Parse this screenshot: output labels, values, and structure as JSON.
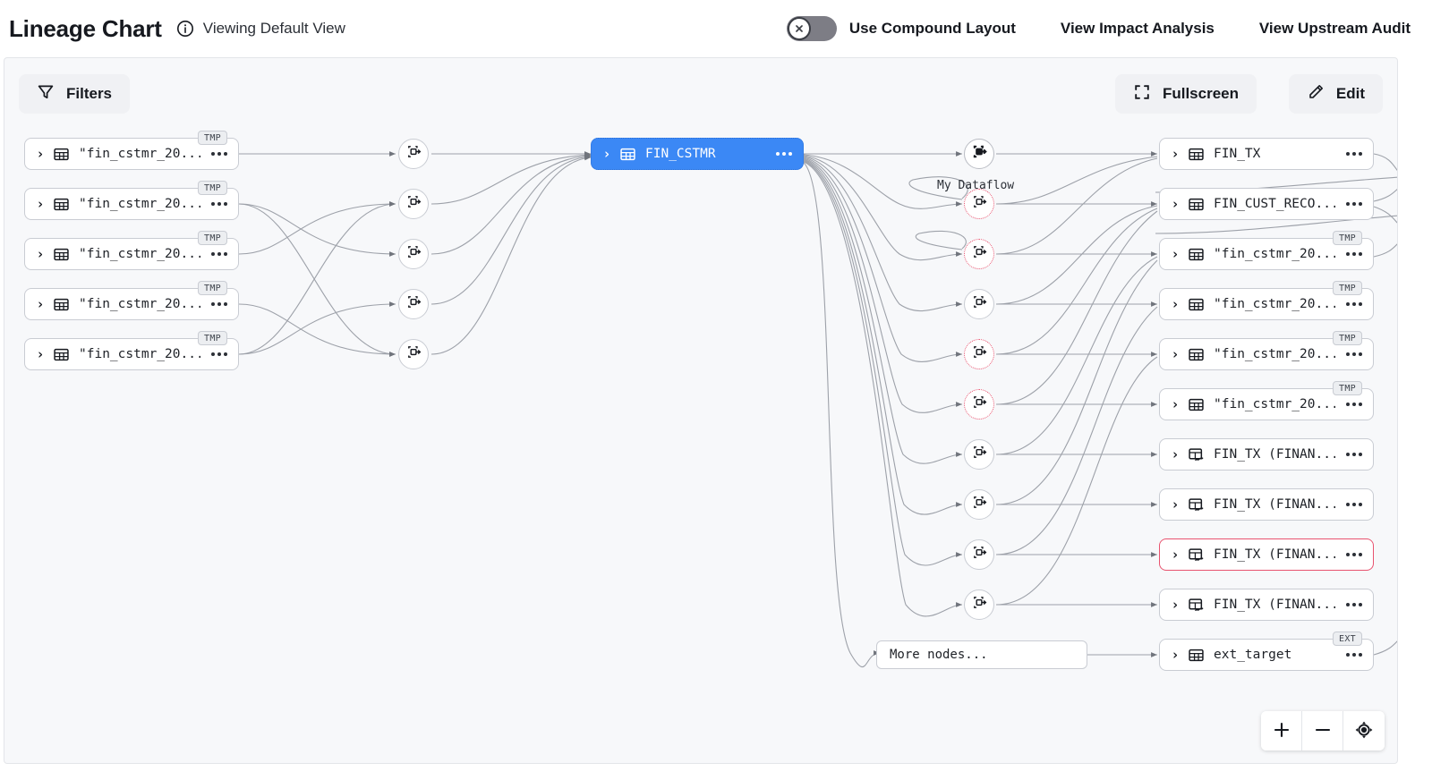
{
  "header": {
    "title": "Lineage Chart",
    "info_icon": "info-circle-icon",
    "view_label": "Viewing Default View",
    "toggle": {
      "label": "Use Compound Layout",
      "state": "off",
      "knob_icon": "close-x-icon"
    },
    "links": [
      {
        "label": "View Impact Analysis"
      },
      {
        "label": "View Upstream Audit"
      }
    ]
  },
  "toolbar": {
    "filters_label": "Filters",
    "filters_icon": "funnel-icon",
    "fullscreen_label": "Fullscreen",
    "fullscreen_icon": "expand-corners-icon",
    "edit_label": "Edit",
    "edit_icon": "pencil-icon"
  },
  "graph": {
    "dataflow_caption": "My Dataflow",
    "more_nodes_label": "More nodes...",
    "source_nodes": [
      {
        "label": "\"fin_cstmr_20...",
        "badge": "TMP",
        "icon": "table-icon"
      },
      {
        "label": "\"fin_cstmr_20...",
        "badge": "TMP",
        "icon": "table-icon"
      },
      {
        "label": "\"fin_cstmr_20...",
        "badge": "TMP",
        "icon": "table-icon"
      },
      {
        "label": "\"fin_cstmr_20...",
        "badge": "TMP",
        "icon": "table-icon"
      },
      {
        "label": "\"fin_cstmr_20...",
        "badge": "TMP",
        "icon": "table-icon"
      }
    ],
    "selected_node": {
      "label": "FIN_CSTMR",
      "icon": "table-icon",
      "state": "selected"
    },
    "target_nodes": [
      {
        "label": "FIN_TX",
        "badge": "",
        "icon": "table-icon",
        "state": "normal"
      },
      {
        "label": "FIN_CUST_RECO...",
        "badge": "",
        "icon": "table-icon",
        "state": "normal"
      },
      {
        "label": "\"fin_cstmr_20...",
        "badge": "TMP",
        "icon": "table-icon",
        "state": "normal"
      },
      {
        "label": "\"fin_cstmr_20...",
        "badge": "TMP",
        "icon": "table-icon",
        "state": "normal"
      },
      {
        "label": "\"fin_cstmr_20...",
        "badge": "TMP",
        "icon": "table-icon",
        "state": "normal"
      },
      {
        "label": "\"fin_cstmr_20...",
        "badge": "TMP",
        "icon": "table-icon",
        "state": "normal"
      },
      {
        "label": "FIN_TX (FINAN...",
        "badge": "",
        "icon": "view-table-icon",
        "state": "normal"
      },
      {
        "label": "FIN_TX (FINAN...",
        "badge": "",
        "icon": "view-table-icon",
        "state": "normal"
      },
      {
        "label": "FIN_TX (FINAN...",
        "badge": "",
        "icon": "view-table-icon",
        "state": "error"
      },
      {
        "label": "FIN_TX (FINAN...",
        "badge": "",
        "icon": "view-table-icon",
        "state": "normal"
      },
      {
        "label": "ext_target",
        "badge": "EXT",
        "icon": "table-icon",
        "state": "normal"
      }
    ],
    "left_dataflows": [
      {
        "icon": "dataflow-icon",
        "state": "normal"
      },
      {
        "icon": "dataflow-icon",
        "state": "normal"
      },
      {
        "icon": "dataflow-icon",
        "state": "normal"
      },
      {
        "icon": "dataflow-icon",
        "state": "normal"
      },
      {
        "icon": "dataflow-icon",
        "state": "normal"
      }
    ],
    "right_dataflows": [
      {
        "icon": "dataflow-icon",
        "state": "strong"
      },
      {
        "icon": "dataflow-icon",
        "state": "error"
      },
      {
        "icon": "dataflow-icon",
        "state": "error"
      },
      {
        "icon": "dataflow-icon",
        "state": "normal"
      },
      {
        "icon": "dataflow-icon",
        "state": "error"
      },
      {
        "icon": "dataflow-icon",
        "state": "error"
      },
      {
        "icon": "dataflow-icon",
        "state": "normal"
      },
      {
        "icon": "dataflow-icon",
        "state": "normal"
      },
      {
        "icon": "dataflow-icon",
        "state": "normal"
      },
      {
        "icon": "dataflow-icon",
        "state": "normal"
      }
    ]
  },
  "zoom_controls": {
    "zoom_in": "+",
    "zoom_out": "−",
    "fit_icon": "fit-to-screen-icon"
  },
  "colors": {
    "accent": "#3b88f5",
    "error": "#e8536f",
    "canvas": "#f7f8fa",
    "border": "#c9ccd3",
    "text": "#16191f"
  }
}
